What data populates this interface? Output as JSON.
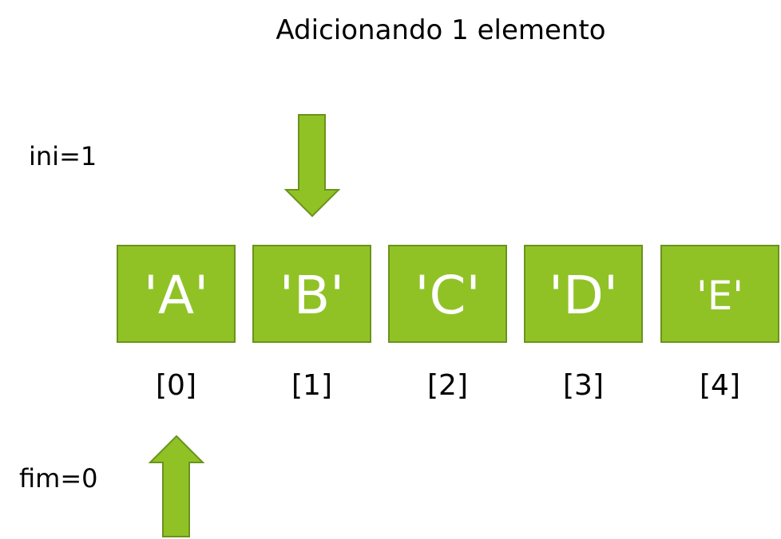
{
  "title": "Adicionando 1 elemento",
  "pointers": {
    "ini": {
      "label": "ini=1",
      "target_index": 1,
      "direction": "down"
    },
    "fim": {
      "label": "fim=0",
      "target_index": 0,
      "direction": "up"
    }
  },
  "array": {
    "cells": [
      {
        "value": "'A'",
        "index_label": "[0]"
      },
      {
        "value": "'B'",
        "index_label": "[1]"
      },
      {
        "value": "'C'",
        "index_label": "[2]"
      },
      {
        "value": "'D'",
        "index_label": "[3]"
      },
      {
        "value": "'E'",
        "index_label": "[4]"
      }
    ]
  },
  "colors": {
    "cell_fill": "#90c226",
    "cell_border": "#6a931b",
    "arrow_fill": "#90c226",
    "arrow_border": "#6a931b",
    "cell_text": "#ffffff",
    "text": "#000000"
  }
}
